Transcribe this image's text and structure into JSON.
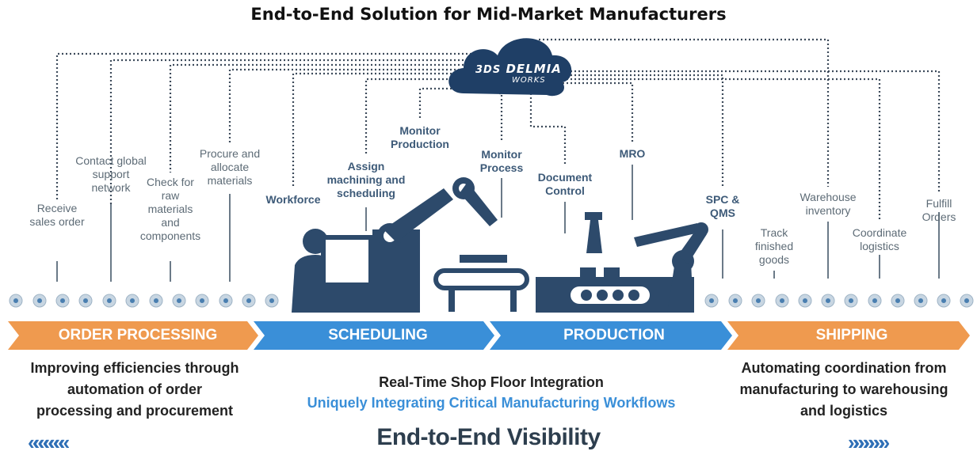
{
  "title": "End-to-End Solution for Mid-Market Manufacturers",
  "logo": {
    "brand": "DELMIA",
    "sub": "WORKS",
    "mark": "3DS"
  },
  "labels": [
    {
      "id": "receive",
      "text": "Receive\nsales order"
    },
    {
      "id": "contact",
      "text": "Contact global\nsupport\nnetwork"
    },
    {
      "id": "check",
      "text": "Check for\nraw\nmaterials\nand\ncomponents"
    },
    {
      "id": "procure",
      "text": "Procure and\nallocate\nmaterials"
    },
    {
      "id": "workforce",
      "text": "Workforce"
    },
    {
      "id": "assign",
      "text": "Assign\nmachining and\nscheduling"
    },
    {
      "id": "monitor-production",
      "text": "Monitor\nProduction"
    },
    {
      "id": "monitor-process",
      "text": "Monitor\nProcess"
    },
    {
      "id": "document",
      "text": "Document\nControl"
    },
    {
      "id": "mro",
      "text": "MRO"
    },
    {
      "id": "spc",
      "text": "SPC &\nQMS"
    },
    {
      "id": "track",
      "text": "Track\nfinished\ngoods"
    },
    {
      "id": "warehouse",
      "text": "Warehouse\ninventory"
    },
    {
      "id": "coordinate",
      "text": "Coordinate\nlogistics"
    },
    {
      "id": "fulfill",
      "text": "Fulfill Orders"
    }
  ],
  "bands": [
    {
      "label": "ORDER PROCESSING",
      "color": "#ef9a4f"
    },
    {
      "label": "SCHEDULING",
      "color": "#3a8fd8"
    },
    {
      "label": "PRODUCTION",
      "color": "#3a8fd8"
    },
    {
      "label": "SHIPPING",
      "color": "#ef9a4f"
    }
  ],
  "descriptions": {
    "left": "Improving efficiencies through\nautomation of order\nprocessing and procurement",
    "middle_1": "Real-Time Shop Floor Integration",
    "middle_2": "Uniquely Integrating Critical Manufacturing Workflows",
    "right": "Automating coordination from\nmanufacturing to warehousing\nand logistics"
  },
  "footer": "End-to-End Visibility",
  "colors": {
    "navy": "#2d4a6b",
    "blue": "#3a8fd8",
    "orange": "#ef9a4f",
    "dot": "#9fb4c6",
    "cloud": "#1f3f66"
  }
}
